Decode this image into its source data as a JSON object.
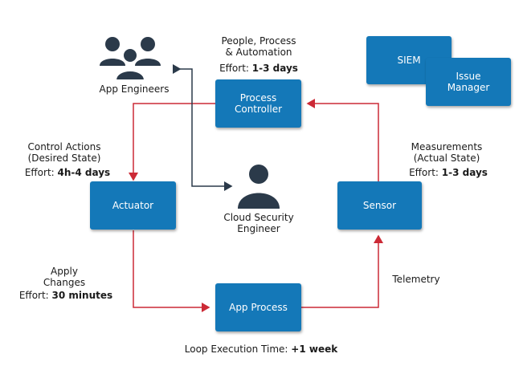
{
  "nodes": {
    "process_controller": "Process\nController",
    "actuator": "Actuator",
    "sensor": "Sensor",
    "app_process": "App Process",
    "siem": "SIEM",
    "issue_manager": "Issue\nManager"
  },
  "roles": {
    "app_engineers": "App Engineers",
    "cloud_security_engineer": "Cloud Security\nEngineer"
  },
  "annotations": {
    "controller_top": "People, Process\n& Automation",
    "controller_effort_label": "Effort: ",
    "controller_effort_value": "1-3 days",
    "control_actions": "Control Actions\n(Desired State)",
    "control_effort_label": "Effort: ",
    "control_effort_value": "4h-4 days",
    "measurements": "Measurements\n(Actual State)",
    "measure_effort_label": "Effort: ",
    "measure_effort_value": "1-3 days",
    "apply_changes": "Apply\nChanges",
    "apply_effort_label": "Effort: ",
    "apply_effort_value": "30 minutes",
    "telemetry": "Telemetry",
    "loop_time_label": "Loop Execution Time: ",
    "loop_time_value": "+1 week"
  },
  "colors": {
    "box": "#1478b8",
    "loop_arrow": "#cc2a36",
    "people_arrow": "#2b3a4a",
    "person_icon": "#2b3a4a"
  }
}
